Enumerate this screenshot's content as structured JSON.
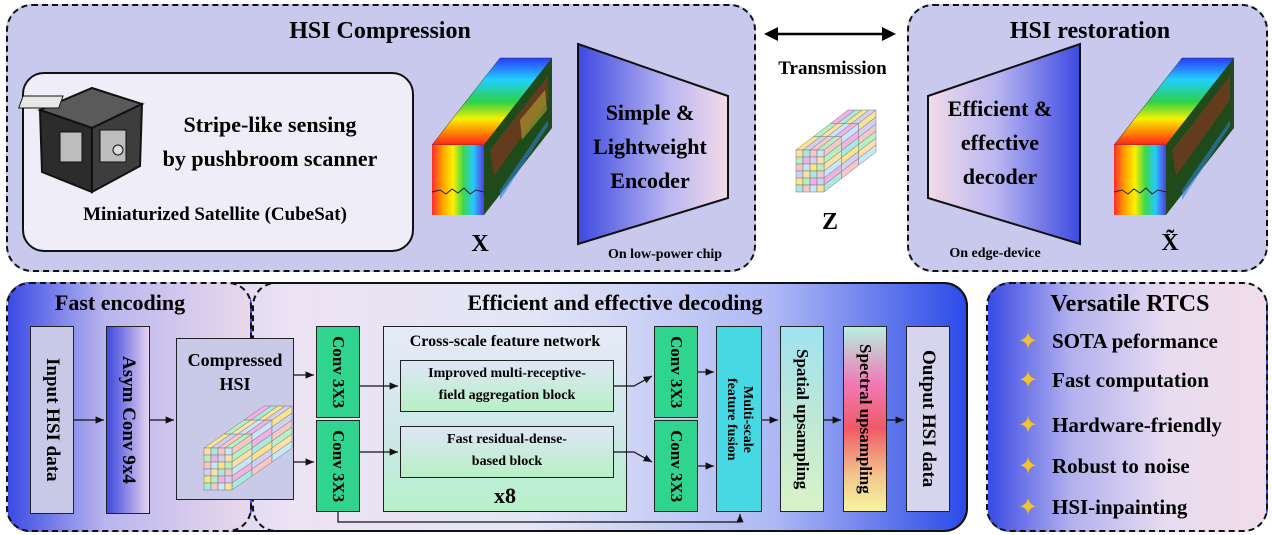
{
  "compression": {
    "title": "HSI Compression",
    "sensing_line1": "Stripe-like sensing",
    "sensing_line2": "by pushbroom scanner",
    "satellite": "Miniaturized Satellite (CubeSat)",
    "x_label": "X",
    "encoder_line1": "Simple &",
    "encoder_line2": "Lightweight",
    "encoder_line3": "Encoder",
    "chip_note": "On low-power chip"
  },
  "transmission": {
    "label": "Transmission",
    "z_label": "Z"
  },
  "restoration": {
    "title": "HSI restoration",
    "decoder_line1": "Efficient &",
    "decoder_line2": "effective",
    "decoder_line3": "decoder",
    "device_note": "On edge-device",
    "xhat_label": "X̃"
  },
  "encoding": {
    "title": "Fast encoding",
    "input": "Input HSI data",
    "asym": "Asym Conv 9x4"
  },
  "decoding": {
    "title": "Efficient and effective decoding",
    "compressed_line1": "Compressed",
    "compressed_line2": "HSI",
    "conv": "Conv 3X3",
    "cross_scale": "Cross-scale feature network",
    "improved_line1": "Improved multi-receptive-",
    "improved_line2": "field aggregation block",
    "fast_line1": "Fast residual-dense-",
    "fast_line2": "based block",
    "repeat": "x8",
    "fusion_line1": "Multi-scale",
    "fusion_line2": "feature fusion",
    "spatial": "Spatial upsampling",
    "spectral": "Spectral upsampling",
    "output": "Output HSI data"
  },
  "versatile": {
    "title": "Versatile RTCS",
    "items": [
      "SOTA peformance",
      "Fast computation",
      "Hardware-friendly",
      "Robust to noise",
      "HSI-inpainting"
    ]
  }
}
